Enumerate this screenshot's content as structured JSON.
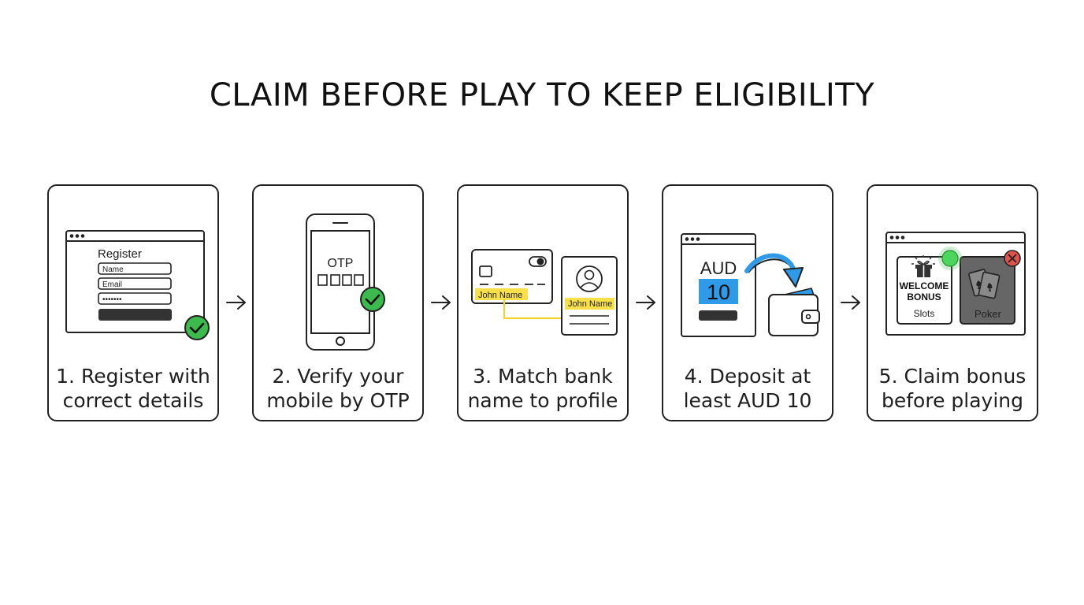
{
  "title": "CLAIM BEFORE PLAY TO KEEP ELIGIBILITY",
  "steps": [
    {
      "caption_line1": "1. Register with",
      "caption_line2": "correct details",
      "form_title": "Register",
      "name_placeholder": "Name",
      "email_placeholder": "Email",
      "password_mask": "•••••••",
      "icon": "check-icon"
    },
    {
      "caption_line1": "2. Verify your",
      "caption_line2": "mobile by OTP",
      "otp_label": "OTP",
      "icon": "phone-icon"
    },
    {
      "caption_line1": "3. Match bank",
      "caption_line2": "name to profile",
      "card_name": "John Name",
      "profile_name": "John Name",
      "icon": "bank-card-icon"
    },
    {
      "caption_line1": "4. Deposit at",
      "caption_line2": "least AUD 10",
      "currency": "AUD",
      "amount": "10",
      "icon": "wallet-icon"
    },
    {
      "caption_line1": "5. Claim bonus",
      "caption_line2": "before playing",
      "bonus_line1": "WELCOME",
      "bonus_line2": "BONUS",
      "slots_label": "Slots",
      "poker_label": "Poker",
      "icon": "gift-icon"
    }
  ],
  "colors": {
    "success_green": "#3dba4e",
    "highlight_yellow": "#f7e04a",
    "accent_blue": "#2f9be8",
    "error_red": "#e0524d",
    "dark_fill": "#333333"
  }
}
